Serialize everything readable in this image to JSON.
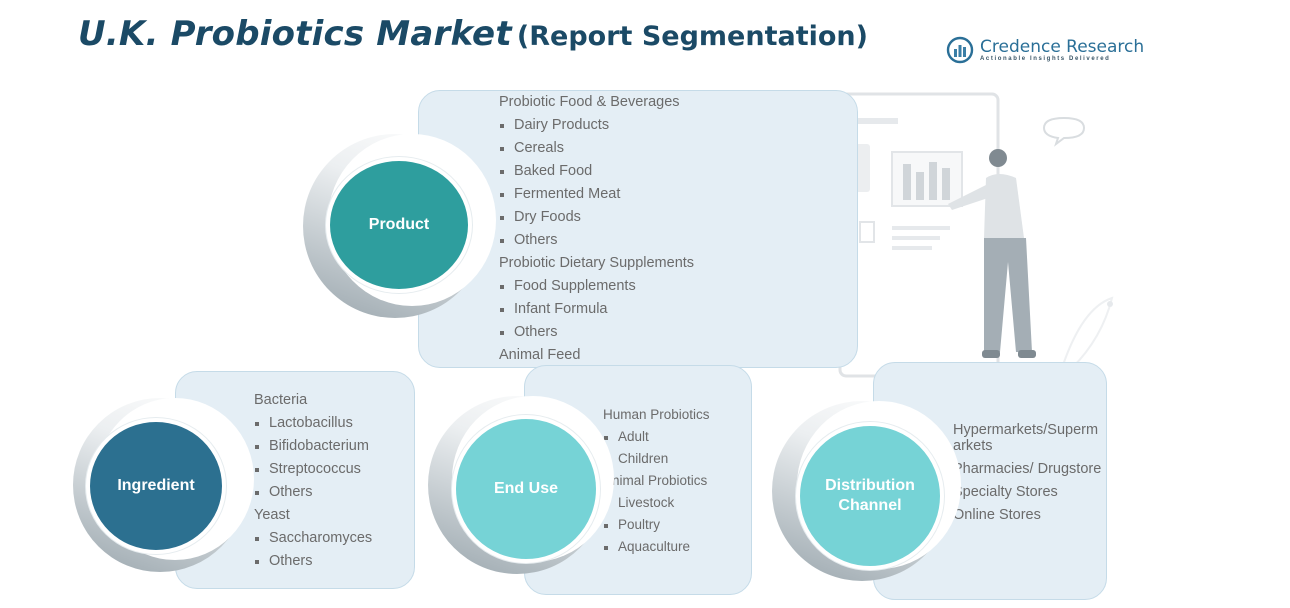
{
  "title": {
    "main": "U.K. Probiotics Market",
    "sub": "(Report Segmentation)"
  },
  "logo": {
    "name": "Credence Research",
    "tagline": "Actionable Insights Delivered"
  },
  "colors": {
    "title": "#1b4a66",
    "product": "#2e9e9e",
    "ingredient": "#2c7090",
    "end_use": "#76d3d6",
    "distribution": "#76d3d6",
    "panel": "#e4eef5"
  },
  "segments": {
    "product": {
      "label": "Product",
      "items": [
        {
          "text": "Probiotic Food & Beverages",
          "type": "header"
        },
        {
          "text": "Dairy Products",
          "type": "bullet"
        },
        {
          "text": "Cereals",
          "type": "bullet"
        },
        {
          "text": "Baked Food",
          "type": "bullet"
        },
        {
          "text": "Fermented Meat",
          "type": "bullet"
        },
        {
          "text": "Dry Foods",
          "type": "bullet"
        },
        {
          "text": "Others",
          "type": "bullet"
        },
        {
          "text": "Probiotic Dietary Supplements",
          "type": "header"
        },
        {
          "text": "Food Supplements",
          "type": "bullet"
        },
        {
          "text": "Infant Formula",
          "type": "bullet"
        },
        {
          "text": "Others",
          "type": "bullet"
        },
        {
          "text": "Animal Feed",
          "type": "header"
        }
      ]
    },
    "ingredient": {
      "label": "Ingredient",
      "items": [
        {
          "text": "Bacteria",
          "type": "header"
        },
        {
          "text": "Lactobacillus",
          "type": "bullet"
        },
        {
          "text": "Bifidobacterium",
          "type": "bullet"
        },
        {
          "text": "Streptococcus",
          "type": "bullet"
        },
        {
          "text": "Others",
          "type": "bullet"
        },
        {
          "text": "Yeast",
          "type": "header"
        },
        {
          "text": "Saccharomyces",
          "type": "bullet"
        },
        {
          "text": "Others",
          "type": "bullet"
        }
      ]
    },
    "end_use": {
      "label": "End Use",
      "items": [
        {
          "text": "Human Probiotics",
          "type": "header"
        },
        {
          "text": "Adult",
          "type": "bullet"
        },
        {
          "text": "Children",
          "type": "bullet"
        },
        {
          "text": "Animal Probiotics",
          "type": "header"
        },
        {
          "text": "Livestock",
          "type": "bullet"
        },
        {
          "text": "Poultry",
          "type": "bullet"
        },
        {
          "text": "Aquaculture",
          "type": "bullet"
        }
      ]
    },
    "distribution": {
      "label_line1": "Distribution",
      "label_line2": "Channel",
      "items": [
        {
          "text": "Hypermarkets/Superm arkets",
          "type": "header"
        },
        {
          "text": "Pharmacies/ Drugstore",
          "type": "header"
        },
        {
          "text": "Specialty Stores",
          "type": "header"
        },
        {
          "text": "Online Stores",
          "type": "header"
        }
      ]
    }
  }
}
